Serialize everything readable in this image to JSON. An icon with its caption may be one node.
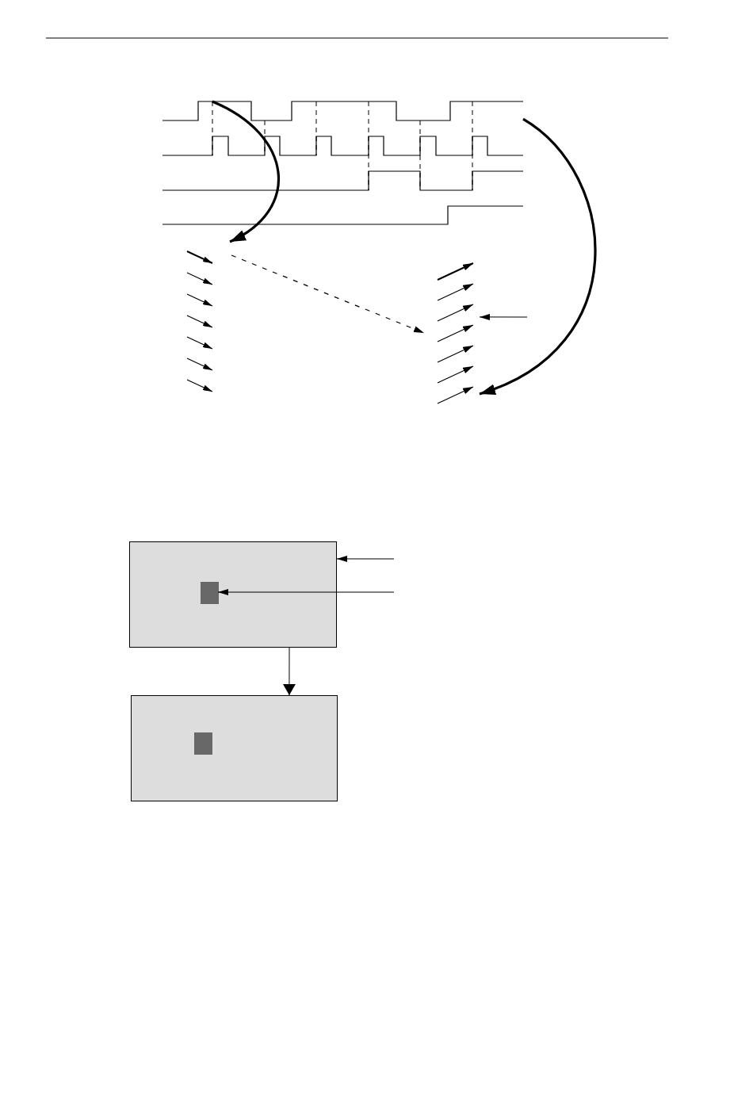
{
  "diagram": {
    "nodes": [
      {
        "text": [],
        "shape": "waveform"
      },
      {
        "text": [],
        "shape": "arrows"
      },
      {
        "text": [],
        "shape": "arrows"
      },
      {
        "text": [],
        "shape": "box"
      },
      {
        "text": [],
        "shape": "box",
        "in": 3
      },
      {
        "text": [],
        "shape": "box"
      },
      {
        "text": [],
        "shape": "box",
        "in": 5
      }
    ],
    "edges": [
      {
        "from": 0,
        "to": 1,
        "arrow": "to",
        "style": "thick"
      },
      {
        "from": 1,
        "to": 2,
        "arrow": "to",
        "style": "dashed"
      },
      {
        "from": 0,
        "to": 2,
        "arrow": "to",
        "style": "thick"
      },
      {
        "from": null,
        "to": 2,
        "arrow": "to"
      },
      {
        "from": null,
        "to": 3,
        "arrow": "to"
      },
      {
        "from": null,
        "to": 4,
        "arrow": "to"
      },
      {
        "from": 3,
        "to": 5,
        "arrow": "to"
      }
    ]
  }
}
